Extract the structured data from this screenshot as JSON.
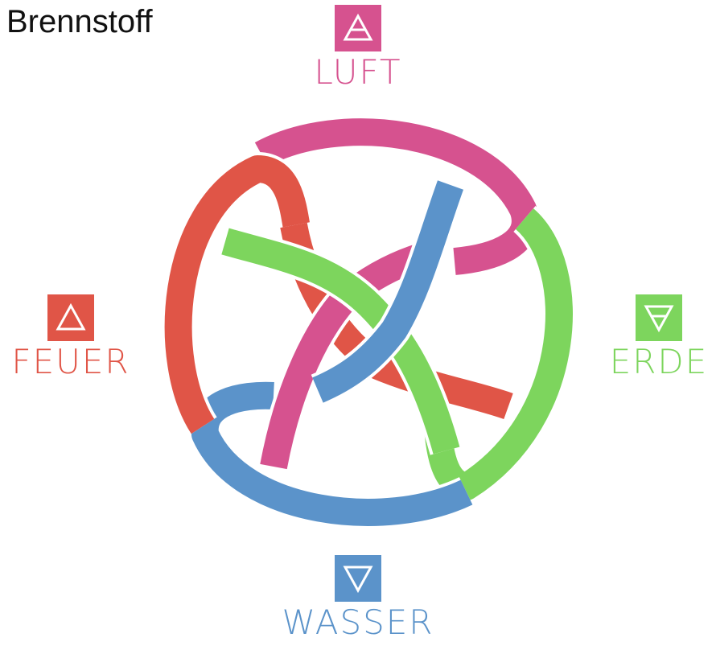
{
  "title": "Brennstoff",
  "elements": {
    "luft": {
      "label": "LUFT",
      "color": "#d6528f",
      "symbol": "air-triangle-icon"
    },
    "feuer": {
      "label": "FEUER",
      "color": "#e05547",
      "symbol": "fire-triangle-icon"
    },
    "erde": {
      "label": "ERDE",
      "color": "#7dd55d",
      "symbol": "earth-triangle-icon"
    },
    "wasser": {
      "label": "WASSER",
      "color": "#5b93ca",
      "symbol": "water-triangle-icon"
    }
  }
}
